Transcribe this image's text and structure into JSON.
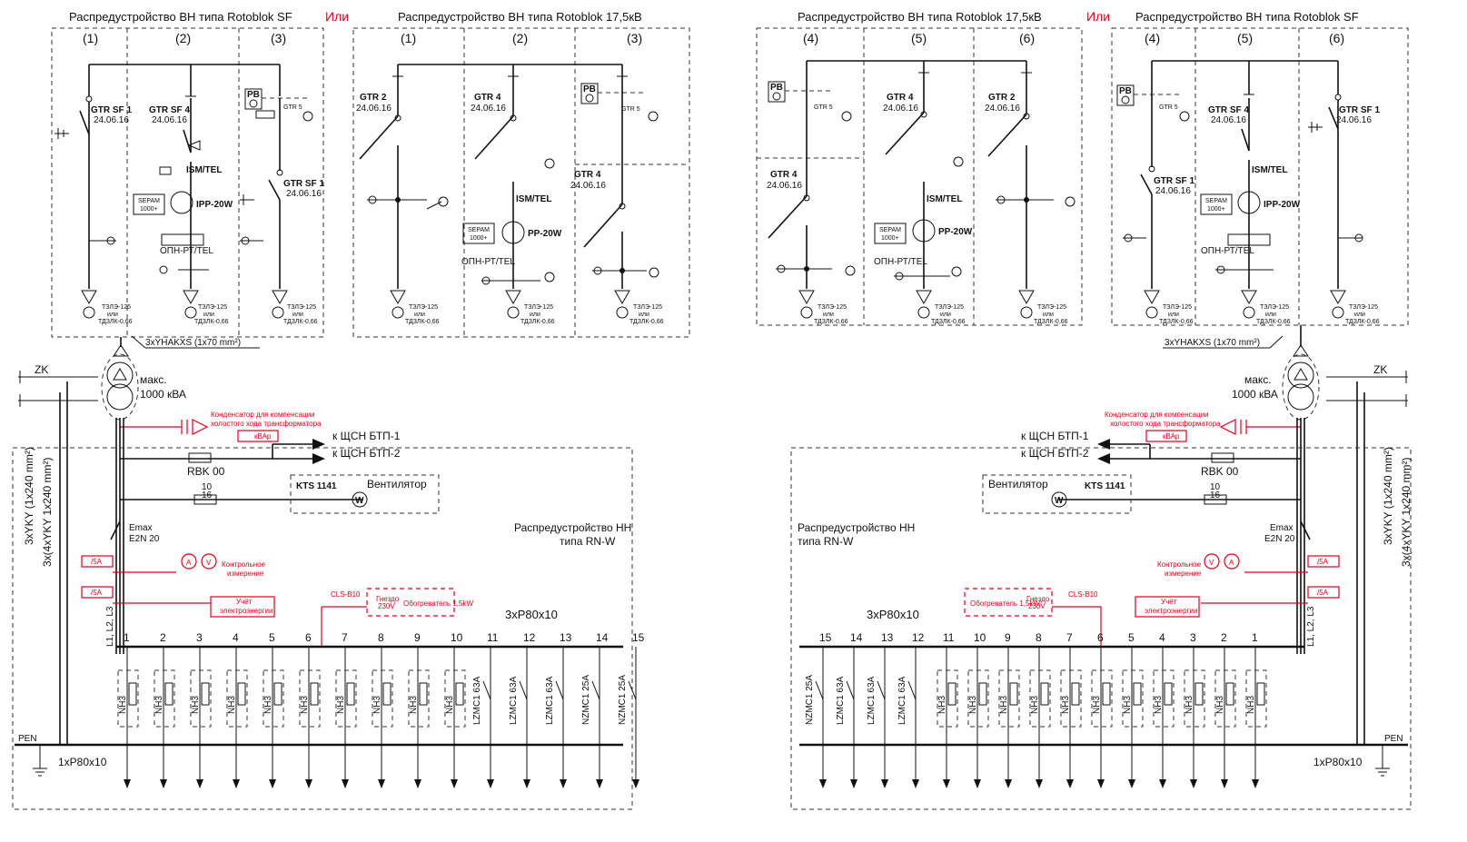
{
  "left": {
    "hv_title_a": "Распредустройство ВН типа Rotoblok SF",
    "or_label": "Или",
    "hv_title_b": "Распредустройство ВН типа Rotoblok 17,5кВ",
    "cells_a": [
      "(1)",
      "(2)",
      "(3)"
    ],
    "cells_b": [
      "(1)",
      "(2)",
      "(3)"
    ],
    "sw_a": [
      {
        "name": "GTR SF 1",
        "date": "24.06.16"
      },
      {
        "name": "GTR SF 4",
        "date": "24.06.16"
      },
      {
        "name": "GTR SF 1",
        "date": "24.06.16"
      }
    ],
    "sw_b": [
      {
        "name": "GTR 2",
        "date": "24.06.16"
      },
      {
        "name": "GTR 4",
        "date": "24.06.16"
      },
      {
        "name": "GTR 4",
        "date": "24.06.16"
      }
    ],
    "pb": "PB",
    "gtr5": "GTR 5",
    "ism": "ISM/TEL",
    "sepam": [
      "SEPAM",
      "1000+"
    ],
    "ipp": "IPP-20W",
    "pp": "PP-20W",
    "opn": "ОПН-РТ/TEL",
    "ct_a": "ТЗЛЭ-125",
    "ct_or": "или",
    "ct_b": "ТДЗЛК-0,66",
    "cable_hv": "3xYHAKXS (1x70 mm²)",
    "zk": "ZK",
    "transformer": [
      "макс.",
      "1000 кВА"
    ],
    "cap_note": [
      "Конденсатор для компенсации",
      "холостого хода трансформатора"
    ],
    "kvar": "кВАр",
    "cable_lv_1": "3xYKY (1x240 mm²)",
    "cable_lv_2": "3x(4xYKY 1x240 mm²)",
    "shsn": [
      "к ЩСН БТП-1",
      "к ЩСН БТП-2"
    ],
    "rbk": "RBK 00",
    "fuse": [
      "10",
      "16"
    ],
    "kts": "KTS 1141",
    "fan": "Вентилятор",
    "fan_sym": "W",
    "lv_title": [
      "Распредустройство НН",
      "типа RN-W"
    ],
    "emax": [
      "Emax",
      "E2N 20"
    ],
    "a5": "/5A",
    "meas": [
      "Контрольное",
      "измерение"
    ],
    "meter": [
      "Учёт",
      "электроэнергии"
    ],
    "amp": "A",
    "volt": "V",
    "ct3": "3",
    "cls": "CLS-B10",
    "heater_socket": [
      "Гнездо",
      "230V"
    ],
    "heater": "Обогреватель 1,5kW",
    "busbar": "3xP80x10",
    "phases": "L1, L2, L3",
    "feeders": [
      "1",
      "2",
      "3",
      "4",
      "5",
      "6",
      "7",
      "8",
      "9",
      "10",
      "11",
      "12",
      "13",
      "14",
      "15"
    ],
    "nh3": "NH3",
    "breakers": [
      "LZMC1 63A",
      "LZMC1 63A",
      "LZMC1 63A",
      "NZMC1 25A",
      "NZMC1 25A"
    ],
    "pen": "PEN",
    "pen_bus": "1xP80x10"
  },
  "right": {
    "hv_title_a": "Распредустройство ВН типа Rotoblok 17,5кВ",
    "or_label": "Или",
    "hv_title_b": "Распредустройство ВН типа Rotoblok SF",
    "cells_a": [
      "(4)",
      "(5)",
      "(6)"
    ],
    "cells_b": [
      "(4)",
      "(5)",
      "(6)"
    ],
    "sw_a": [
      {
        "name": "GTR 4",
        "date": "24.06.16"
      },
      {
        "name": "GTR 4",
        "date": "24.06.16"
      },
      {
        "name": "GTR 2",
        "date": "24.06.16"
      }
    ],
    "sw_b": [
      {
        "name": "GTR SF 1",
        "date": "24.06.16"
      },
      {
        "name": "GTR SF 4",
        "date": "24.06.16"
      },
      {
        "name": "GTR SF 1",
        "date": "24.06.16"
      }
    ],
    "gtr5": "GTR 5",
    "ism": "ISM/TEL",
    "pp": "PP-20W",
    "ipp": "IPP-20W",
    "opn": "ОПН-РТ/TEL",
    "cable_hv": "3xYHAKXS (1x70 mm²)",
    "zk": "ZK",
    "transformer": [
      "макс.",
      "1000 кВА"
    ],
    "shsn": [
      "к ЩСН БТП-1",
      "к ЩСН БТП-2"
    ],
    "rbk": "RBK 00",
    "fuse": [
      "10",
      "16"
    ],
    "kts": "KTS 1141",
    "fan": "Вентилятор",
    "lv_title": [
      "Распредустройство НН",
      "типа RN-W"
    ],
    "emax": [
      "Emax",
      "E2N 20"
    ],
    "busbar": "3xP80x10",
    "feeders": [
      "15",
      "14",
      "13",
      "12",
      "11",
      "10",
      "9",
      "8",
      "7",
      "6",
      "5",
      "4",
      "3",
      "2",
      "1"
    ],
    "breakers": [
      "NZMC1 25A",
      "LZMC1 63A",
      "LZMC1 63A",
      "LZMC1 63A"
    ],
    "pen": "PEN",
    "pen_bus": "1xP80x10"
  }
}
